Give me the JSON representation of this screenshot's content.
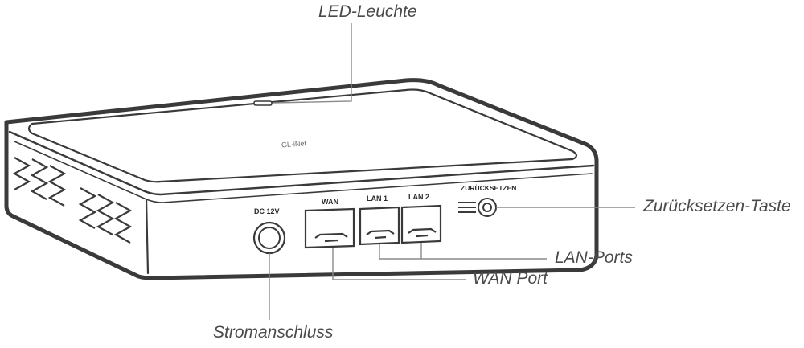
{
  "callouts": {
    "led": "LED-Leuchte",
    "reset": "Zurücksetzen-Taste",
    "lan": "LAN-Ports",
    "wan": "WAN Port",
    "power": "Stromanschluss"
  },
  "port_labels": {
    "dc": "DC 12V",
    "wan": "WAN",
    "lan1": "LAN 1",
    "lan2": "LAN 2",
    "reset": "ZURÜCKSETZEN"
  },
  "logo_text": "GL·iNet"
}
